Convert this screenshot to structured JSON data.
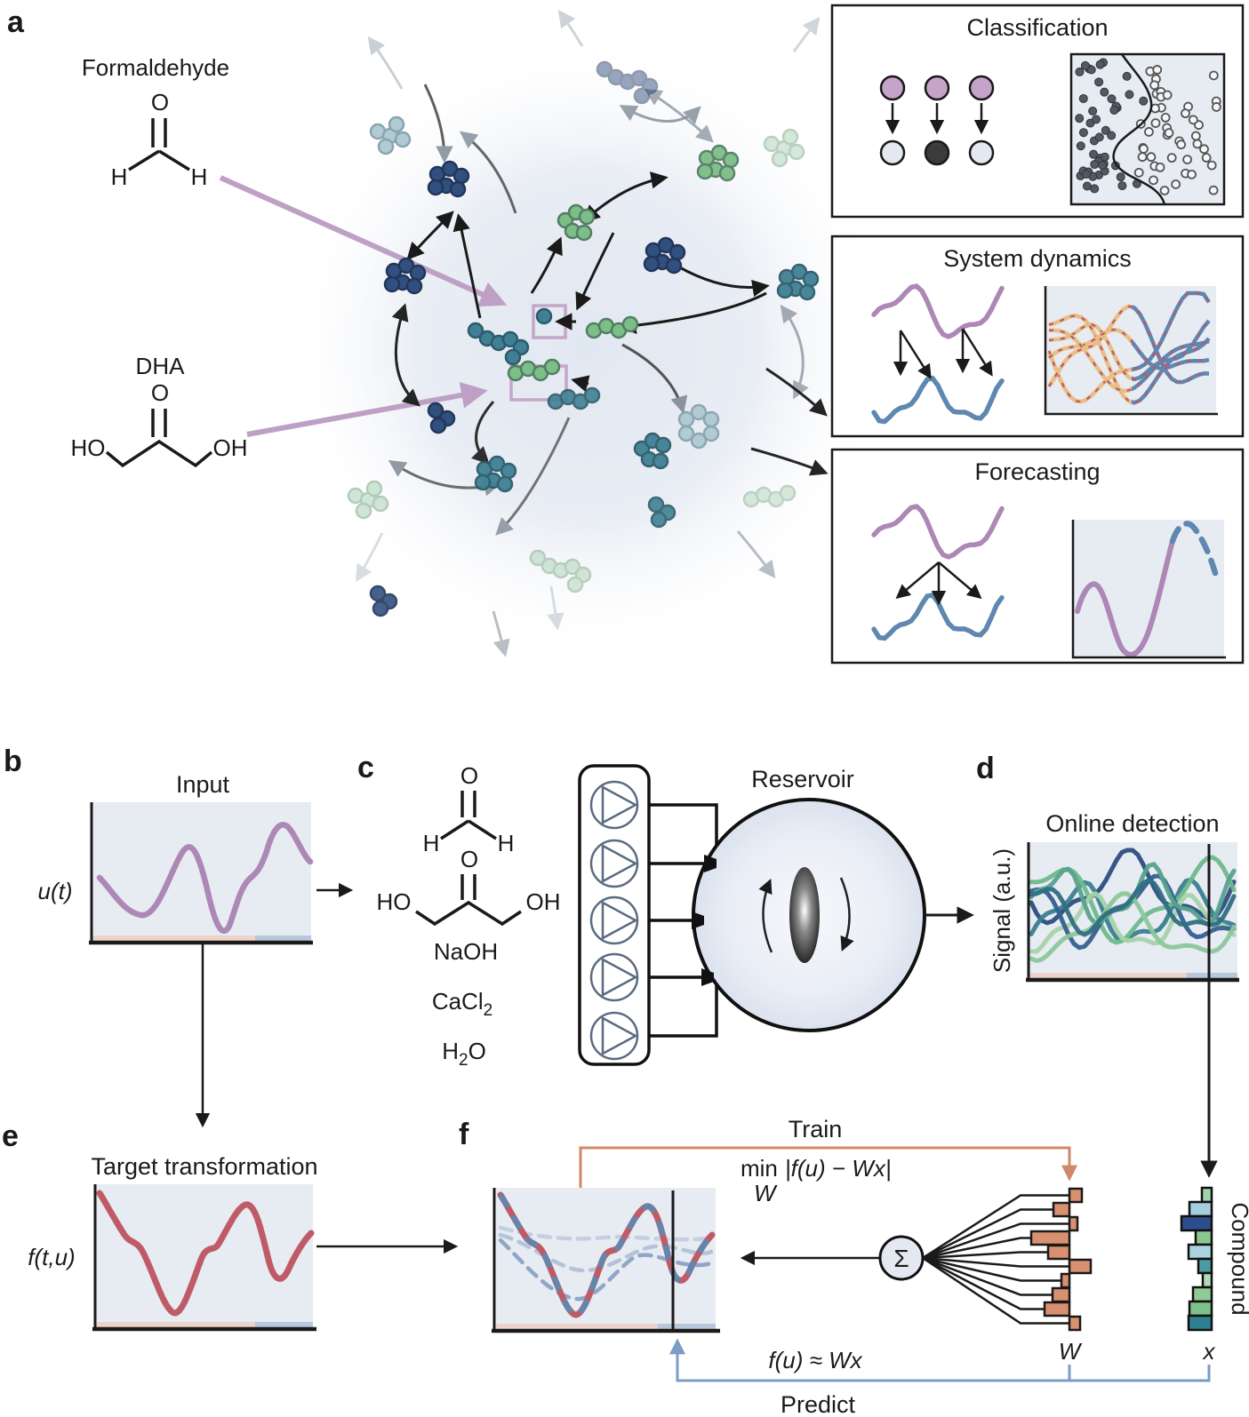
{
  "figure": {
    "description": "Chemical reaction network reservoir computing figure, panels a-f"
  },
  "palette": {
    "purple_curve": "#ad87b5",
    "mauve_arrow": "#bfa0c5",
    "red_curve": "#bf5b67",
    "blue_curve": "#5f87b0",
    "salmon": "#d08868",
    "salmon_bar": "#d99070",
    "plot_bg": "#e7ebf2",
    "strip_salmon": "#eed3ca",
    "strip_blue": "#b7c7dc",
    "predict_blue": "#7b9cc4",
    "navy": "#31507f",
    "teal": "#3f8094",
    "green": "#7cbd88",
    "palegreen": "#b2d6ba",
    "palecyan": "#a3c3cd",
    "orange": "#e9bd83",
    "red_dash": "#b85a6a",
    "mauve_node": "#c6a3c9",
    "x_bar_colors": [
      "#9fd4a9",
      "#a5cfdd",
      "#2c4e8e",
      "#8bc88f",
      "#aad5de",
      "#4e9aa2",
      "#b2dab8",
      "#90cb96",
      "#7dc389",
      "#2f7f95"
    ],
    "signal_colors": [
      "#2c4e7e",
      "#3a7e92",
      "#6fb98c",
      "#a7d3a9",
      "#35608f",
      "#57a28e",
      "#8cc79a",
      "#2f6f80"
    ]
  },
  "panels": {
    "a": {
      "label": "a",
      "formaldehyde_label": "Formaldehyde",
      "dha_label": "DHA",
      "structure_f": {
        "o": "O",
        "h1": "H",
        "h2": "H"
      },
      "structure_d": {
        "o": "O",
        "ho": "HO",
        "oh": "OH"
      },
      "boxes": {
        "classification": "Classification",
        "system_dynamics": "System dynamics",
        "forecasting": "Forecasting"
      }
    },
    "b": {
      "label": "b",
      "title": "Input",
      "ylabel": "u(t)"
    },
    "c": {
      "label": "c",
      "structure_f": {
        "o": "O",
        "h1": "H",
        "h2": "H"
      },
      "structure_d": {
        "o": "O",
        "ho": "HO",
        "oh": "OH"
      },
      "naoh": "NaOH",
      "cacl_base": "CaCl",
      "cacl_sub": "2",
      "h2o_h": "H",
      "h2o_sub": "2",
      "h2o_o": "O",
      "reservoir_label": "Reservoir"
    },
    "d": {
      "label": "d",
      "title": "Online detection",
      "ylabel": "Signal (a.u.)"
    },
    "e": {
      "label": "e",
      "title": "Target transformation",
      "ylabel": "f(t,u)"
    },
    "f": {
      "label": "f",
      "train_label": "Train",
      "objective_min": "min",
      "objective_expr": "|f(u) − Wx|",
      "objective_sub": "W",
      "sigma": "Σ",
      "weights_label": "W",
      "readout_label": "x",
      "compound_label": "Compound",
      "predict_eq": "f(u) ≈ Wx",
      "predict_label": "Predict"
    }
  }
}
